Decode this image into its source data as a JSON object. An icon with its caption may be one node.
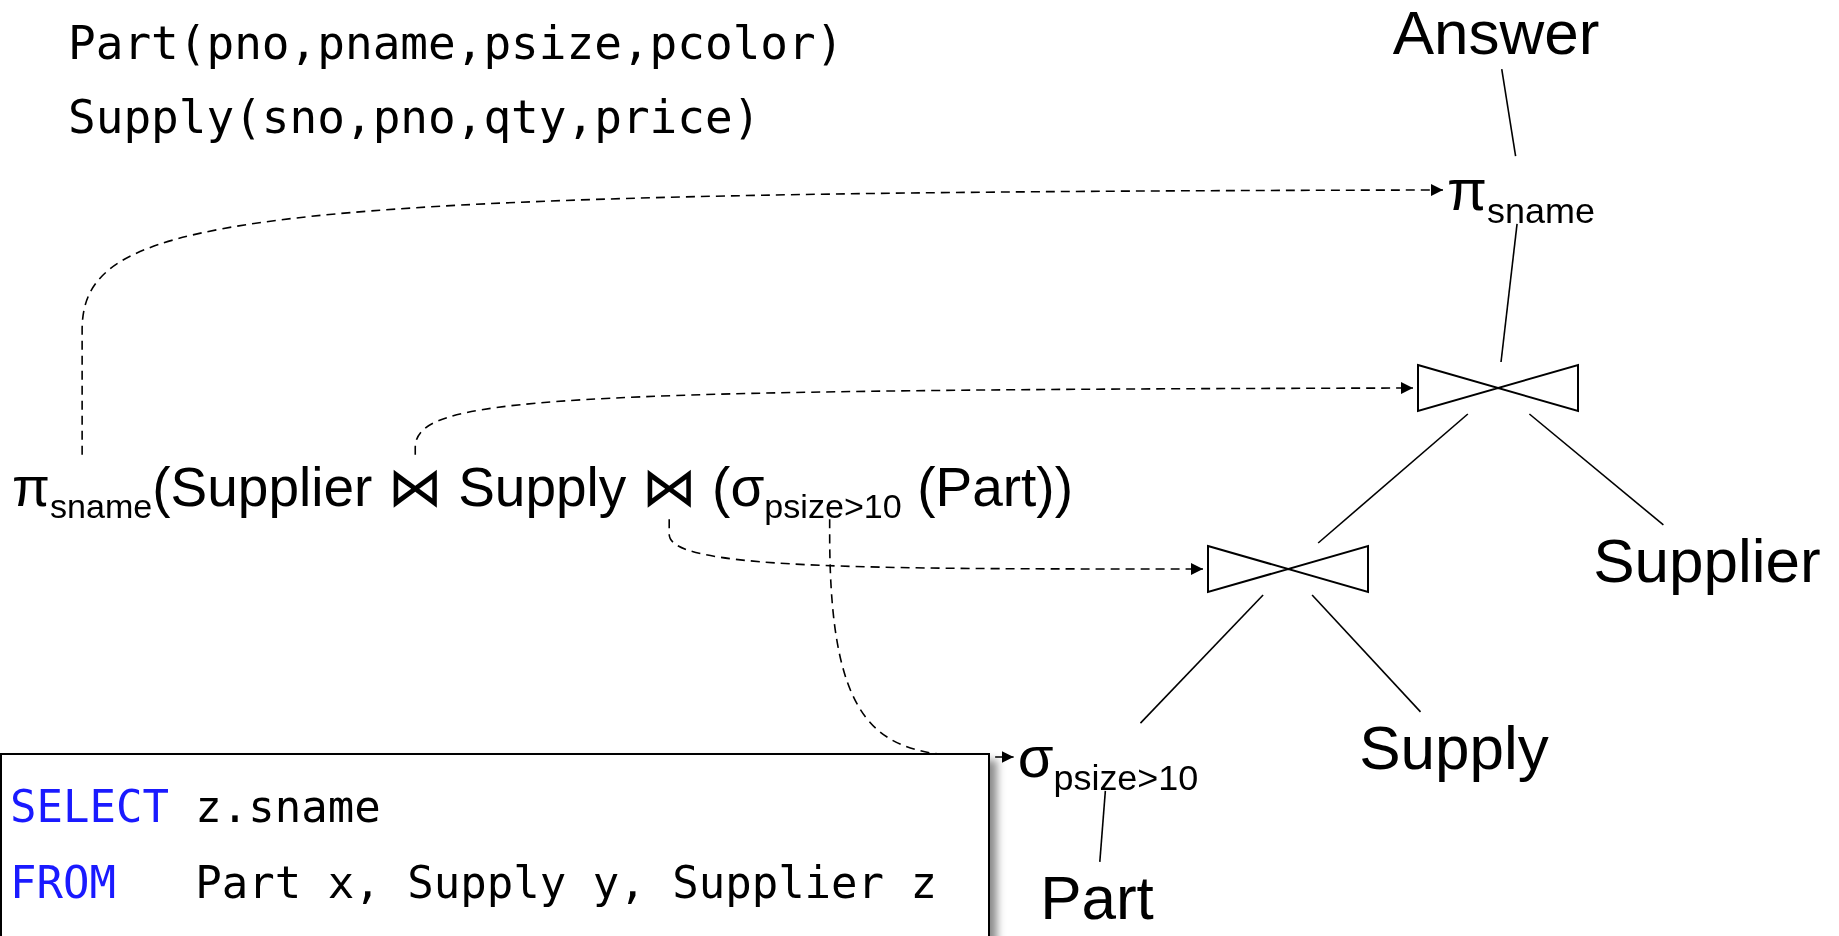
{
  "diagram": {
    "nodes": [
      {
        "text": [
          "Answer"
        ]
      },
      {
        "text": [
          "π$_{sname}$"
        ]
      },
      {
        "text": [],
        "shape": "bowtie"
      },
      {
        "text": [
          "Supplier"
        ]
      },
      {
        "text": [],
        "shape": "bowtie"
      },
      {
        "text": [
          "Supply"
        ]
      },
      {
        "text": [
          "σ$_{psize>10}$"
        ]
      },
      {
        "text": [
          "Part"
        ]
      },
      {
        "text": [
          "π$_{sname}$"
        ]
      },
      {
        "text": [
          "(Supplier"
        ]
      },
      {
        "text": [
          "⋈"
        ]
      },
      {
        "text": [
          "Supply"
        ]
      },
      {
        "text": [
          "⋈"
        ]
      },
      {
        "text": [
          "(σ$_{psize>10}$",
          "(Part))"
        ]
      },
      {
        "text": [
          "SELECT",
          "z.sname",
          "FROM",
          "Part x, Supply y, Supplier z"
        ]
      }
    ],
    "edges": [
      {
        "from": 0,
        "to": 1,
        "arrow": "none"
      },
      {
        "from": 1,
        "to": 2,
        "arrow": "none"
      },
      {
        "from": 2,
        "to": 4,
        "arrow": "none"
      },
      {
        "from": 2,
        "to": 3,
        "arrow": "none"
      },
      {
        "from": 4,
        "to": 6,
        "arrow": "none"
      },
      {
        "from": 4,
        "to": 5,
        "arrow": "none"
      },
      {
        "from": 6,
        "to": 7,
        "arrow": "none"
      },
      {
        "from": 8,
        "to": 1,
        "arrow": "to",
        "style": "dashed"
      },
      {
        "from": 10,
        "to": 2,
        "arrow": "to",
        "style": "dashed"
      },
      {
        "from": 12,
        "to": 4,
        "arrow": "to",
        "style": "dashed"
      },
      {
        "from": 13,
        "to": 6,
        "arrow": "to",
        "style": "dashed"
      }
    ],
    "labels": [
      "Part(pno,pname,psize,pcolor)",
      "Supply(sno,pno,qty,price)"
    ]
  }
}
